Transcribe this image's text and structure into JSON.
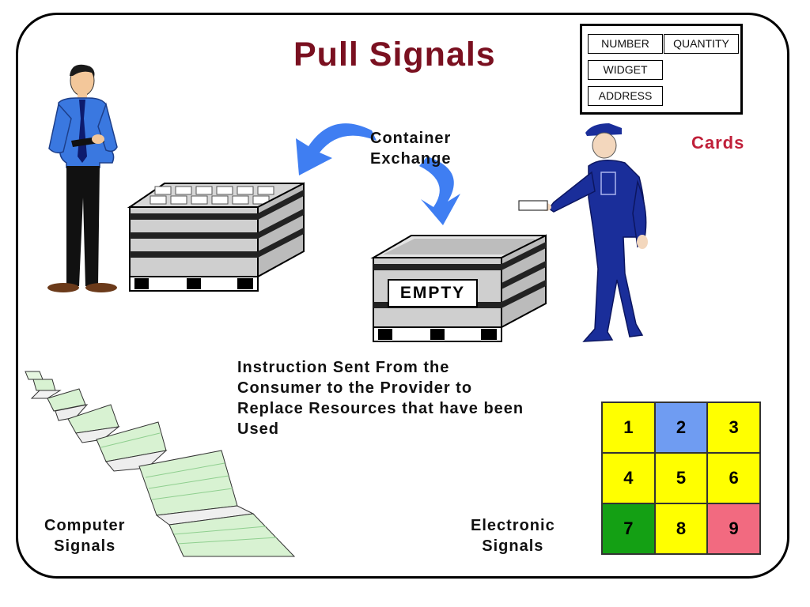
{
  "title": "Pull Signals",
  "card": {
    "fields": [
      "NUMBER",
      "QUANTITY",
      "WIDGET",
      "ADDRESS"
    ],
    "label": "Cards"
  },
  "container_exchange": [
    "Container",
    "Exchange"
  ],
  "empty_label": "EMPTY",
  "instruction": [
    "Instruction Sent From the",
    "Consumer to the Provider to",
    "Replace Resources that have been",
    "Used"
  ],
  "computer_signals": [
    "Computer",
    "Signals"
  ],
  "electronic_signals": [
    "Electronic",
    "Signals"
  ],
  "grid": {
    "cells": [
      {
        "label": "1",
        "color": "#ffff00"
      },
      {
        "label": "2",
        "color": "#6f9cf2"
      },
      {
        "label": "3",
        "color": "#ffff00"
      },
      {
        "label": "4",
        "color": "#ffff00"
      },
      {
        "label": "5",
        "color": "#ffff00"
      },
      {
        "label": "6",
        "color": "#ffff00"
      },
      {
        "label": "7",
        "color": "#14a014"
      },
      {
        "label": "8",
        "color": "#ffff00"
      },
      {
        "label": "9",
        "color": "#f26a80"
      }
    ]
  },
  "colors": {
    "title": "#7a1020",
    "cards_label": "#c0203a",
    "arrow": "#3f7ef2",
    "shirt": "#3a78e0",
    "uniform": "#1a2e9a"
  }
}
